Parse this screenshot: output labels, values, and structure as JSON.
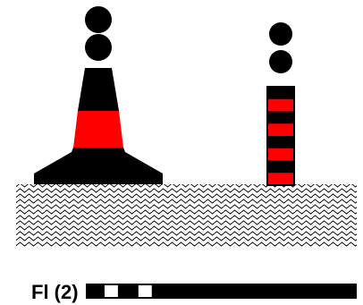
{
  "light_character": {
    "label": "Fl (2)",
    "phases": [
      "off",
      "on",
      "off",
      "on",
      "off",
      "off",
      "off",
      "off",
      "off",
      "off",
      "off",
      "off",
      "off",
      "off",
      "off",
      "off"
    ]
  },
  "left_buoy": {
    "shape": "conical",
    "topmark_balls": 2,
    "bands": [
      "black",
      "red",
      "black"
    ]
  },
  "right_buoy": {
    "shape": "pillar",
    "topmark_balls": 2,
    "bands": [
      "black",
      "red",
      "black",
      "red",
      "black",
      "red",
      "black",
      "red"
    ]
  },
  "colors": {
    "black": "#000000",
    "red": "#ff0000",
    "white": "#ffffff",
    "sea_pattern": "#000000"
  }
}
